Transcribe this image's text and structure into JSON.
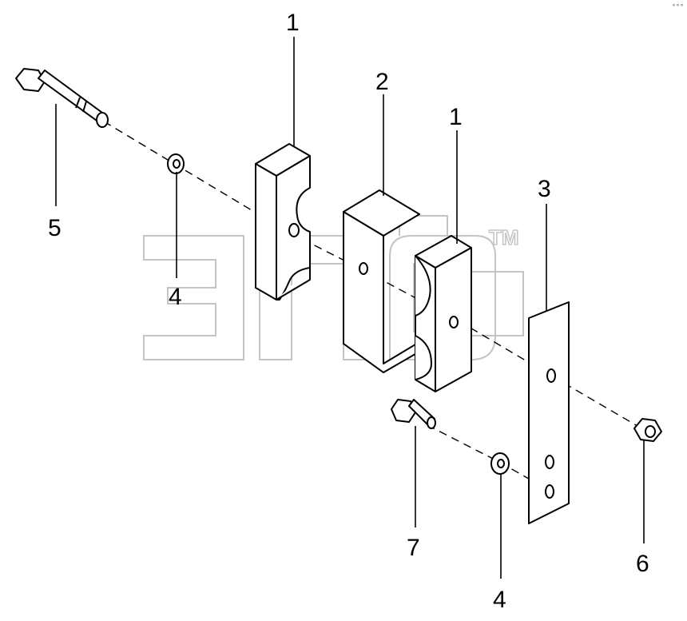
{
  "diagram": {
    "type": "exploded parts diagram",
    "callouts": {
      "part1_top": "1",
      "part2": "2",
      "part1_right": "1",
      "part3": "3",
      "part5": "5",
      "part4_left": "4",
      "part7": "7",
      "part4_bottom": "4",
      "part6": "6"
    },
    "watermark": {
      "trademark": "TM"
    },
    "corner_mark": "∘∘∘"
  },
  "colors": {
    "line": "#000000",
    "part_fill": "#ffffff",
    "watermark": "#c4c4c4"
  }
}
